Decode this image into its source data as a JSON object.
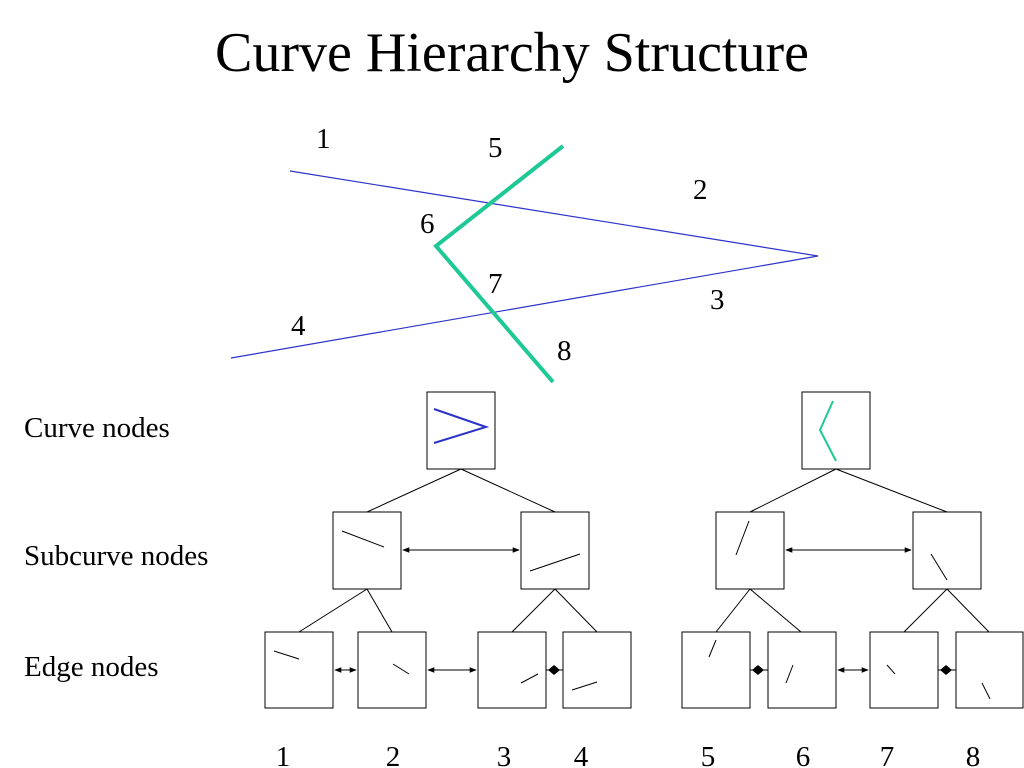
{
  "title": "Curve Hierarchy Structure",
  "row_labels": {
    "curve": "Curve nodes",
    "subcurve": "Subcurve nodes",
    "edge": "Edge nodes"
  },
  "segment_labels": [
    "1",
    "2",
    "3",
    "4",
    "5",
    "6",
    "7",
    "8"
  ],
  "edge_numbers": [
    "1",
    "2",
    "3",
    "4",
    "5",
    "6",
    "7",
    "8"
  ],
  "colors": {
    "curve_blue": "#2b33c8",
    "curve_green": "#1fc996",
    "outline": "#000000"
  }
}
